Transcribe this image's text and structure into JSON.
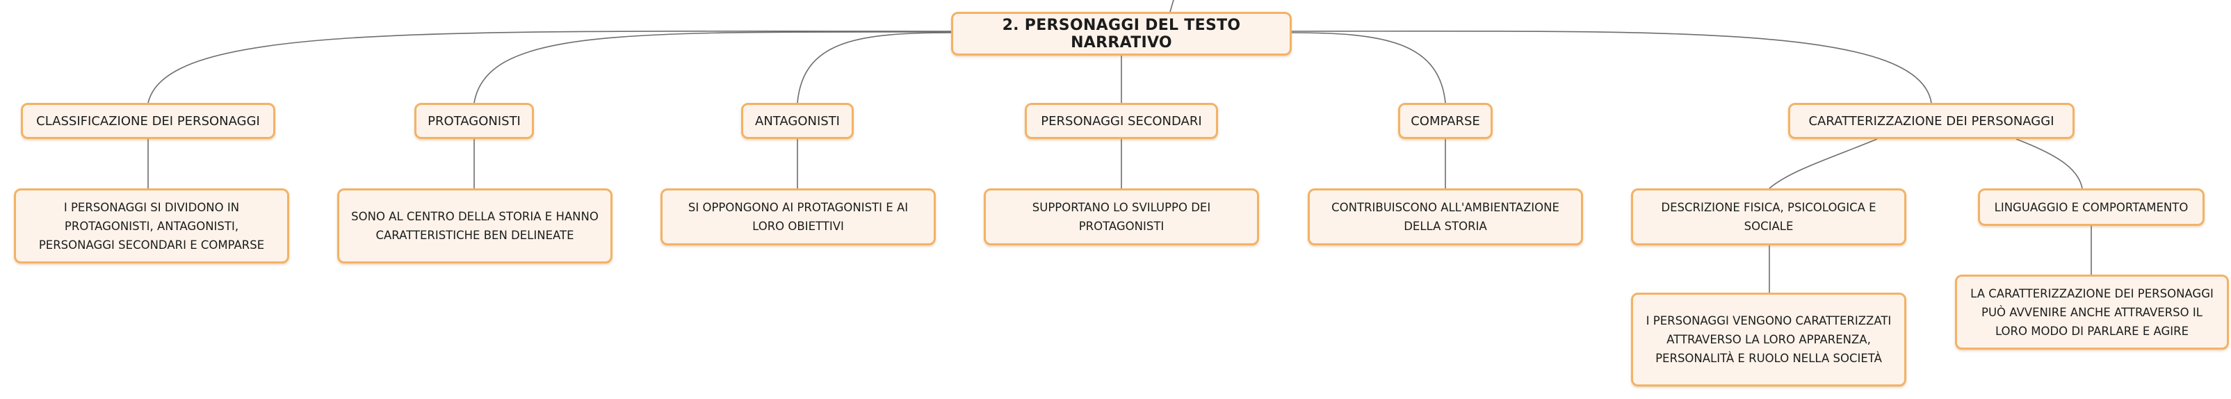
{
  "root": {
    "label": "2. PERSONAGGI DEL TESTO NARRATIVO"
  },
  "topics": [
    {
      "label": "CLASSIFICAZIONE DEI PERSONAGGI",
      "children": [
        {
          "label": "I PERSONAGGI SI DIVIDONO IN PROTAGONISTI, ANTAGONISTI, PERSONAGGI SECONDARI E COMPARSE"
        }
      ]
    },
    {
      "label": "PROTAGONISTI",
      "children": [
        {
          "label": "SONO AL CENTRO DELLA STORIA E HANNO CARATTERISTICHE BEN DELINEATE"
        }
      ]
    },
    {
      "label": "ANTAGONISTI",
      "children": [
        {
          "label": "SI OPPONGONO AI PROTAGONISTI E AI LORO OBIETTIVI"
        }
      ]
    },
    {
      "label": "PERSONAGGI SECONDARI",
      "children": [
        {
          "label": "SUPPORTANO LO SVILUPPO DEI PROTAGONISTI"
        }
      ]
    },
    {
      "label": "COMPARSE",
      "children": [
        {
          "label": "CONTRIBUISCONO ALL'AMBIENTAZIONE DELLA STORIA"
        }
      ]
    },
    {
      "label": "CARATTERIZZAZIONE DEI PERSONAGGI",
      "children": [
        {
          "label": "DESCRIZIONE FISICA, PSICOLOGICA E SOCIALE",
          "children": [
            {
              "label": "I PERSONAGGI VENGONO CARATTERIZZATI ATTRAVERSO LA LORO APPARENZA, PERSONALITÀ E RUOLO NELLA SOCIETÀ"
            }
          ]
        },
        {
          "label": "LINGUAGGIO E COMPORTAMENTO",
          "children": [
            {
              "label": "LA CARATTERIZZAZIONE DEI PERSONAGGI PUÒ AVVENIRE ANCHE ATTRAVERSO IL LORO MODO DI PARLARE E AGIRE"
            }
          ]
        }
      ]
    }
  ]
}
